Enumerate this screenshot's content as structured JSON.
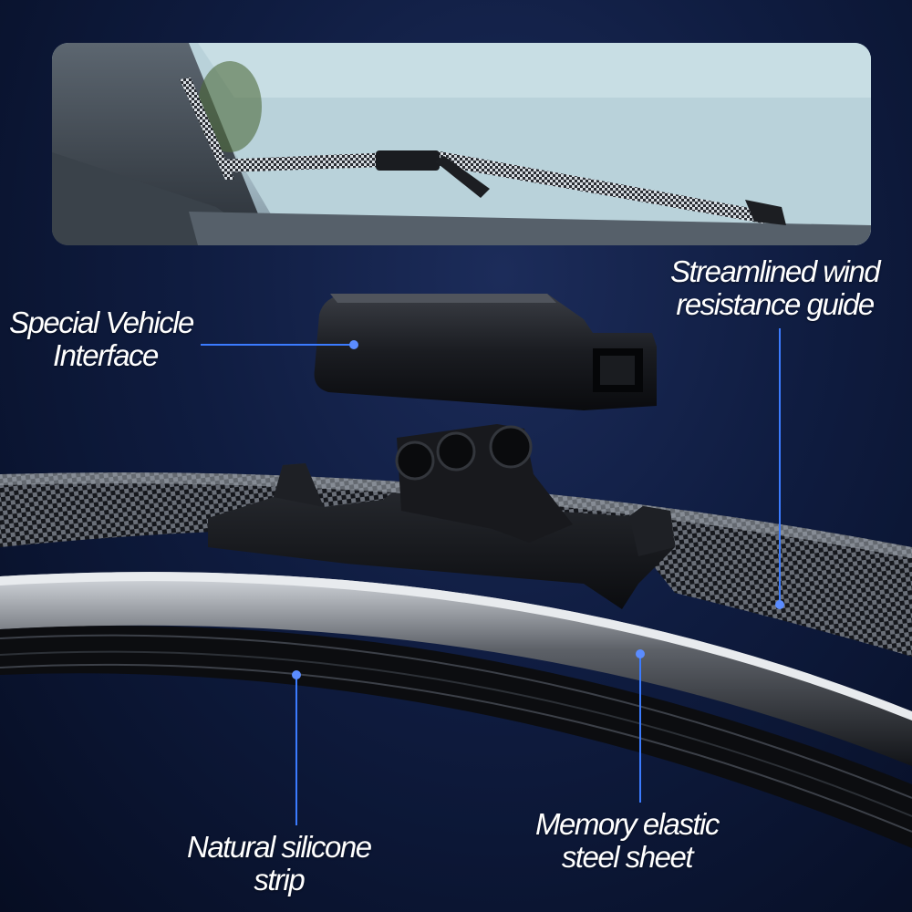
{
  "photo": {
    "description_icon": "wiper-on-windshield-photo"
  },
  "labels": {
    "interface": {
      "line1": "Special Vehicle",
      "line2": "Interface"
    },
    "streamlined": {
      "line1": "Streamlined wind",
      "line2": "resistance guide"
    },
    "silicone": {
      "line1": "Natural silicone",
      "line2": "strip"
    },
    "steel": {
      "line1": "Memory elastic",
      "line2": "steel sheet"
    }
  },
  "colors": {
    "background": "#0f1c40",
    "callout_line": "#3b7bff",
    "callout_dot": "#5b8cff",
    "text": "#ffffff"
  }
}
